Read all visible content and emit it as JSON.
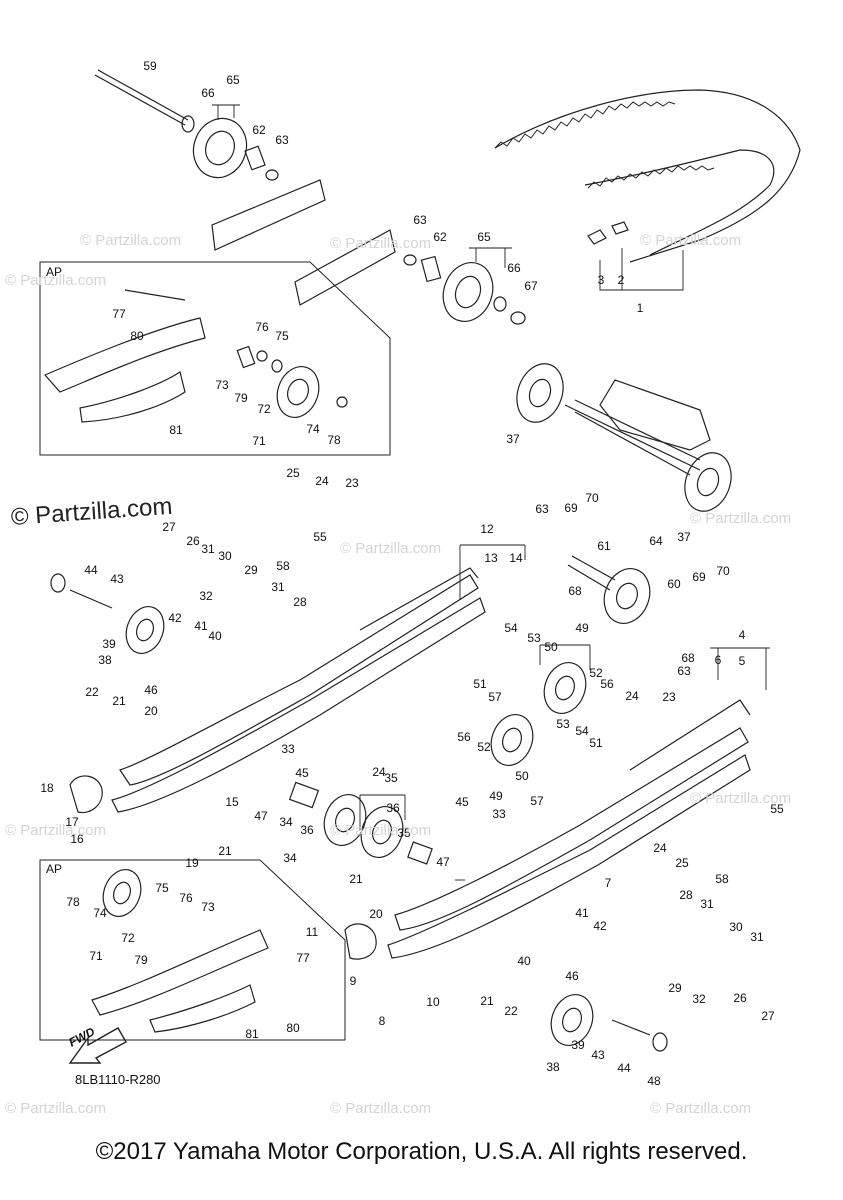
{
  "watermark": "© Partzilla.com",
  "watermark_faint": "© Partzilla.com",
  "diagram_code": "8LB1110-R280",
  "inset_label_1": "AP",
  "inset_label_2": "AP",
  "fwd_label": "FWD",
  "copyright": "©2017 Yamaha Motor Corporation, U.S.A. All rights reserved.",
  "callouts": [
    {
      "id": "59"
    },
    {
      "id": "66"
    },
    {
      "id": "65"
    },
    {
      "id": "62"
    },
    {
      "id": "63"
    },
    {
      "id": "63"
    },
    {
      "id": "62"
    },
    {
      "id": "65"
    },
    {
      "id": "66"
    },
    {
      "id": "67"
    },
    {
      "id": "3"
    },
    {
      "id": "2"
    },
    {
      "id": "1"
    },
    {
      "id": "77"
    },
    {
      "id": "80"
    },
    {
      "id": "76"
    },
    {
      "id": "75"
    },
    {
      "id": "73"
    },
    {
      "id": "79"
    },
    {
      "id": "72"
    },
    {
      "id": "74"
    },
    {
      "id": "78"
    },
    {
      "id": "71"
    },
    {
      "id": "81"
    },
    {
      "id": "37"
    },
    {
      "id": "37"
    },
    {
      "id": "25"
    },
    {
      "id": "24"
    },
    {
      "id": "23"
    },
    {
      "id": "12"
    },
    {
      "id": "13"
    },
    {
      "id": "14"
    },
    {
      "id": "27"
    },
    {
      "id": "26"
    },
    {
      "id": "31"
    },
    {
      "id": "30"
    },
    {
      "id": "29"
    },
    {
      "id": "55"
    },
    {
      "id": "44"
    },
    {
      "id": "43"
    },
    {
      "id": "32"
    },
    {
      "id": "58"
    },
    {
      "id": "31"
    },
    {
      "id": "28"
    },
    {
      "id": "39"
    },
    {
      "id": "42"
    },
    {
      "id": "41"
    },
    {
      "id": "40"
    },
    {
      "id": "38"
    },
    {
      "id": "46"
    },
    {
      "id": "63"
    },
    {
      "id": "69"
    },
    {
      "id": "70"
    },
    {
      "id": "61"
    },
    {
      "id": "64"
    },
    {
      "id": "68"
    },
    {
      "id": "60"
    },
    {
      "id": "69"
    },
    {
      "id": "70"
    },
    {
      "id": "68"
    },
    {
      "id": "63"
    },
    {
      "id": "4"
    },
    {
      "id": "6"
    },
    {
      "id": "5"
    },
    {
      "id": "54"
    },
    {
      "id": "53"
    },
    {
      "id": "50"
    },
    {
      "id": "49"
    },
    {
      "id": "51"
    },
    {
      "id": "57"
    },
    {
      "id": "52"
    },
    {
      "id": "56"
    },
    {
      "id": "24"
    },
    {
      "id": "23"
    },
    {
      "id": "22"
    },
    {
      "id": "21"
    },
    {
      "id": "20"
    },
    {
      "id": "56"
    },
    {
      "id": "52"
    },
    {
      "id": "53"
    },
    {
      "id": "54"
    },
    {
      "id": "51"
    },
    {
      "id": "50"
    },
    {
      "id": "49"
    },
    {
      "id": "57"
    },
    {
      "id": "33"
    },
    {
      "id": "45"
    },
    {
      "id": "24"
    },
    {
      "id": "18"
    },
    {
      "id": "17"
    },
    {
      "id": "15"
    },
    {
      "id": "47"
    },
    {
      "id": "16"
    },
    {
      "id": "19"
    },
    {
      "id": "21"
    },
    {
      "id": "35"
    },
    {
      "id": "36"
    },
    {
      "id": "34"
    },
    {
      "id": "36"
    },
    {
      "id": "34"
    },
    {
      "id": "35"
    },
    {
      "id": "45"
    },
    {
      "id": "33"
    },
    {
      "id": "47"
    },
    {
      "id": "55"
    },
    {
      "id": "24"
    },
    {
      "id": "25"
    },
    {
      "id": "58"
    },
    {
      "id": "7"
    },
    {
      "id": "78"
    },
    {
      "id": "74"
    },
    {
      "id": "75"
    },
    {
      "id": "76"
    },
    {
      "id": "73"
    },
    {
      "id": "72"
    },
    {
      "id": "71"
    },
    {
      "id": "79"
    },
    {
      "id": "21"
    },
    {
      "id": "20"
    },
    {
      "id": "11"
    },
    {
      "id": "28"
    },
    {
      "id": "31"
    },
    {
      "id": "41"
    },
    {
      "id": "42"
    },
    {
      "id": "30"
    },
    {
      "id": "31"
    },
    {
      "id": "9"
    },
    {
      "id": "40"
    },
    {
      "id": "46"
    },
    {
      "id": "29"
    },
    {
      "id": "32"
    },
    {
      "id": "26"
    },
    {
      "id": "27"
    },
    {
      "id": "77"
    },
    {
      "id": "80"
    },
    {
      "id": "81"
    },
    {
      "id": "8"
    },
    {
      "id": "10"
    },
    {
      "id": "21"
    },
    {
      "id": "22"
    },
    {
      "id": "39"
    },
    {
      "id": "43"
    },
    {
      "id": "44"
    },
    {
      "id": "38"
    },
    {
      "id": "48"
    }
  ]
}
